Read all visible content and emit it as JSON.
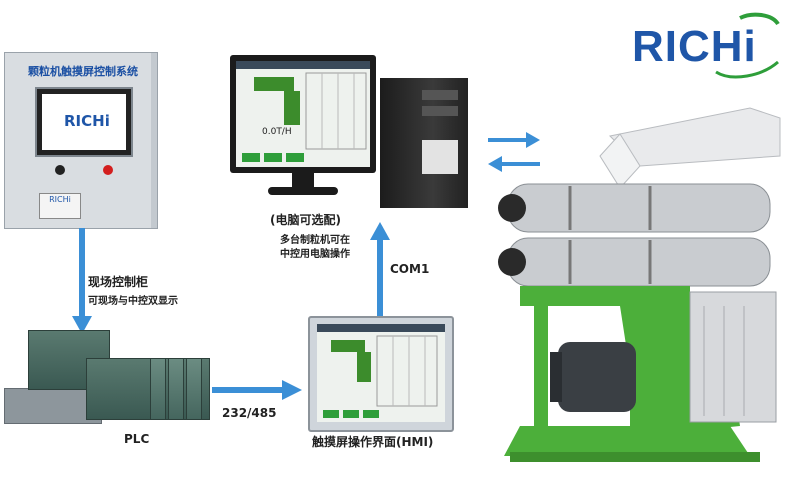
{
  "logo": {
    "text": "RICHi"
  },
  "cabinet": {
    "title": "颗粒机触摸屏控制系统",
    "screen_logo": "RICHi",
    "plate_logo": "RICHi"
  },
  "labels": {
    "cabinet_label": "现场控制柜",
    "cabinet_sub": "可现场与中控双显示",
    "plc": "PLC",
    "link_serial": "232/485",
    "hmi": "触摸屏操作界面(HMI)",
    "com": "COM1",
    "computer_title": "(电脑可选配)",
    "computer_sub1": "多台制粒机可在",
    "computer_sub2": "中控用电脑操作"
  },
  "screen": {
    "readout": "0.0T/H"
  },
  "colors": {
    "arrow": "#3b8fd6",
    "brand_blue": "#1f56a8",
    "brand_green": "#2e9e3a",
    "machine_green": "#4caf3a"
  }
}
